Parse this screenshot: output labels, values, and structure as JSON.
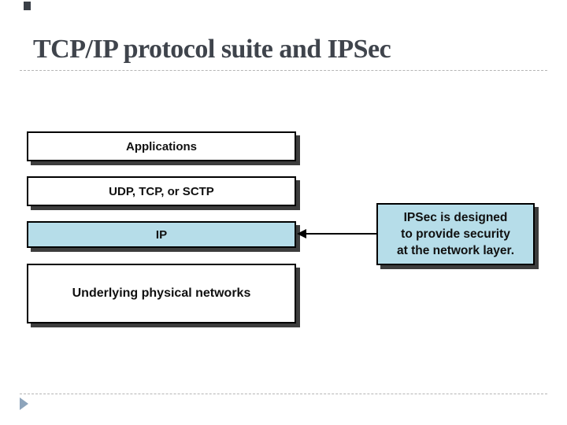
{
  "slide": {
    "title": "TCP/IP protocol suite and IPSec"
  },
  "diagram": {
    "layers": [
      {
        "label": "Applications",
        "highlighted": false
      },
      {
        "label": "UDP, TCP, or SCTP",
        "highlighted": false
      },
      {
        "label": "IP",
        "highlighted": true
      },
      {
        "label": "Underlying physical networks",
        "highlighted": false
      }
    ],
    "callout": {
      "lines": [
        "IPSec is designed",
        "to provide security",
        "at the network layer."
      ]
    },
    "arrow": {
      "from": "ipsec-callout",
      "to": "layer-ip"
    }
  },
  "icons": {
    "footer_arrow": "right-triangle-icon",
    "arrow_head": "left-arrowhead-icon"
  },
  "colors": {
    "highlight_fill": "#b6dde9",
    "box_shadow_color": "#3d3d3d",
    "box_border_color": "#000000",
    "title_color": "#3f444c",
    "rule_color": "#b5b5b5",
    "footer_arrow_color": "#8da4bb",
    "corner_mark_color": "#3a3f47"
  }
}
